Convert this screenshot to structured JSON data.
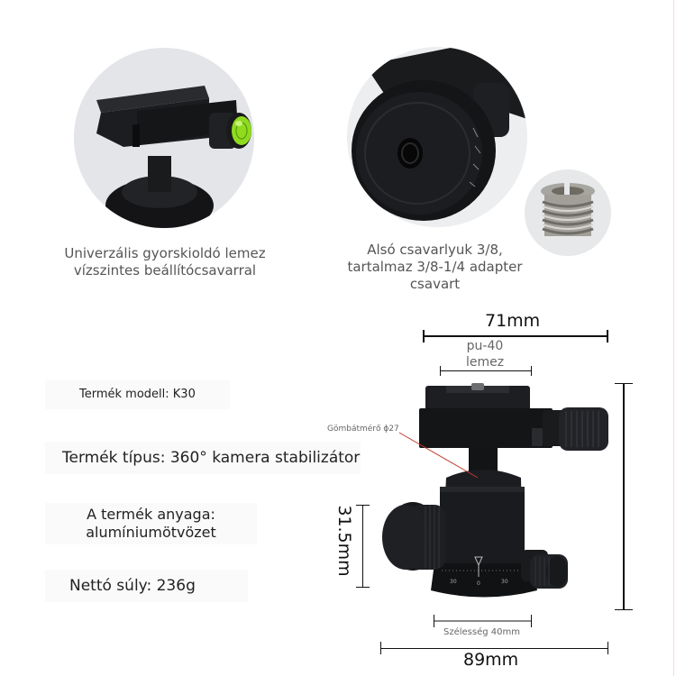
{
  "features": [
    {
      "image": "quick-release-clamp-with-bubble-level",
      "caption_lines": [
        "Univerzális gyorskioldó lemez",
        "vízszintes beállítócsavarral"
      ]
    },
    {
      "image": "ball-head-bottom-screw-hole",
      "caption_lines": [
        "Alsó csavarlyuk 3/8,",
        "tartalmaz 3/8-1/4 adapter",
        "csavart"
      ]
    },
    {
      "image": "3-8-to-1-4-adapter-screw"
    }
  ],
  "specs": {
    "model": "Termék modell: K30",
    "type": "Termék típus: 360° kamera stabilizátor",
    "material_lines": [
      "A termék anyaga:",
      "alumíniumötvözet"
    ],
    "weight": "Nettó súly: 236g"
  },
  "dimensions": {
    "top_width": "71mm",
    "plate_label_lines": [
      "pu-40",
      "lemez"
    ],
    "ball_diameter": "Gömbátmérő ϕ27",
    "body_height": "31.5mm",
    "base_width": "Szélesség 40mm",
    "total_width": "89mm",
    "dial_marks": [
      "30",
      "0",
      "30"
    ]
  },
  "colors": {
    "product": "#1b1c1e",
    "bubble_level": "#8fdc1e",
    "leader_line": "#c0392b",
    "circle_bg": "#e3e5e8"
  }
}
